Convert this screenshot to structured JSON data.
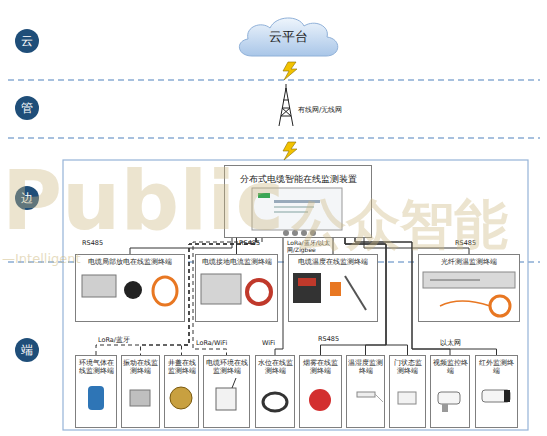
{
  "diagram": {
    "nodes": [
      {
        "text": [
          "云"
        ]
      },
      {
        "text": [
          "云平台"
        ]
      },
      {
        "text": [
          "管"
        ]
      },
      {
        "text": [
          "边"
        ]
      },
      {
        "text": [
          "分布式电缆智能在线监测装置"
        ]
      },
      {
        "text": [
          "电缆局部放电在线监测终端"
        ]
      },
      {
        "text": [
          "电缆接地电流监测终端"
        ]
      },
      {
        "text": [
          "电缆温度在线监测终端"
        ]
      },
      {
        "text": [
          "光纤测温监测终端"
        ]
      },
      {
        "text": [
          "端"
        ]
      },
      {
        "text": [
          "环境气体在线监测终端"
        ]
      },
      {
        "text": [
          "振动在线监测终端"
        ]
      },
      {
        "text": [
          "井盖在线监测终端"
        ]
      },
      {
        "text": [
          "电缆环境在线监测终端"
        ]
      },
      {
        "text": [
          "水位在线监测终端"
        ]
      },
      {
        "text": [
          "烟雾在线监测终端"
        ]
      },
      {
        "text": [
          "温湿度监测终端"
        ]
      },
      {
        "text": [
          "门状态监测终端"
        ]
      },
      {
        "text": [
          "视频监控终端"
        ]
      },
      {
        "text": [
          "红外监测终端"
        ]
      }
    ],
    "edges": [
      {
        "from": 4,
        "to": 5,
        "arrow": "none",
        "label": "RS485"
      },
      {
        "from": 4,
        "to": 6,
        "arrow": "none",
        "label": "RS485"
      },
      {
        "from": 4,
        "to": 7,
        "arrow": "none",
        "label": "LoRa/蓝牙/以太网/Zigbee"
      },
      {
        "from": 4,
        "to": 8,
        "arrow": "none",
        "label": "RS485"
      },
      {
        "from": 4,
        "to": 10,
        "arrow": "none",
        "label": "LoRa/蓝牙"
      },
      {
        "from": 4,
        "to": 11,
        "arrow": "none"
      },
      {
        "from": 4,
        "to": 12,
        "arrow": "none"
      },
      {
        "from": 4,
        "to": 13,
        "arrow": "none",
        "label": "LoRa/WiFi"
      },
      {
        "from": 4,
        "to": 14,
        "arrow": "none",
        "label": "WiFi"
      },
      {
        "from": 4,
        "to": 15,
        "arrow": "none",
        "label": "RS485"
      },
      {
        "from": 4,
        "to": 16,
        "arrow": "none"
      },
      {
        "from": 4,
        "to": 17,
        "arrow": "none"
      },
      {
        "from": 4,
        "to": 18,
        "arrow": "none",
        "label": "以太网"
      },
      {
        "from": 4,
        "to": 19,
        "arrow": "none"
      }
    ],
    "labels": [
      "有线网/无线网",
      "Public",
      "公众智能",
      "—Intelligent"
    ]
  }
}
